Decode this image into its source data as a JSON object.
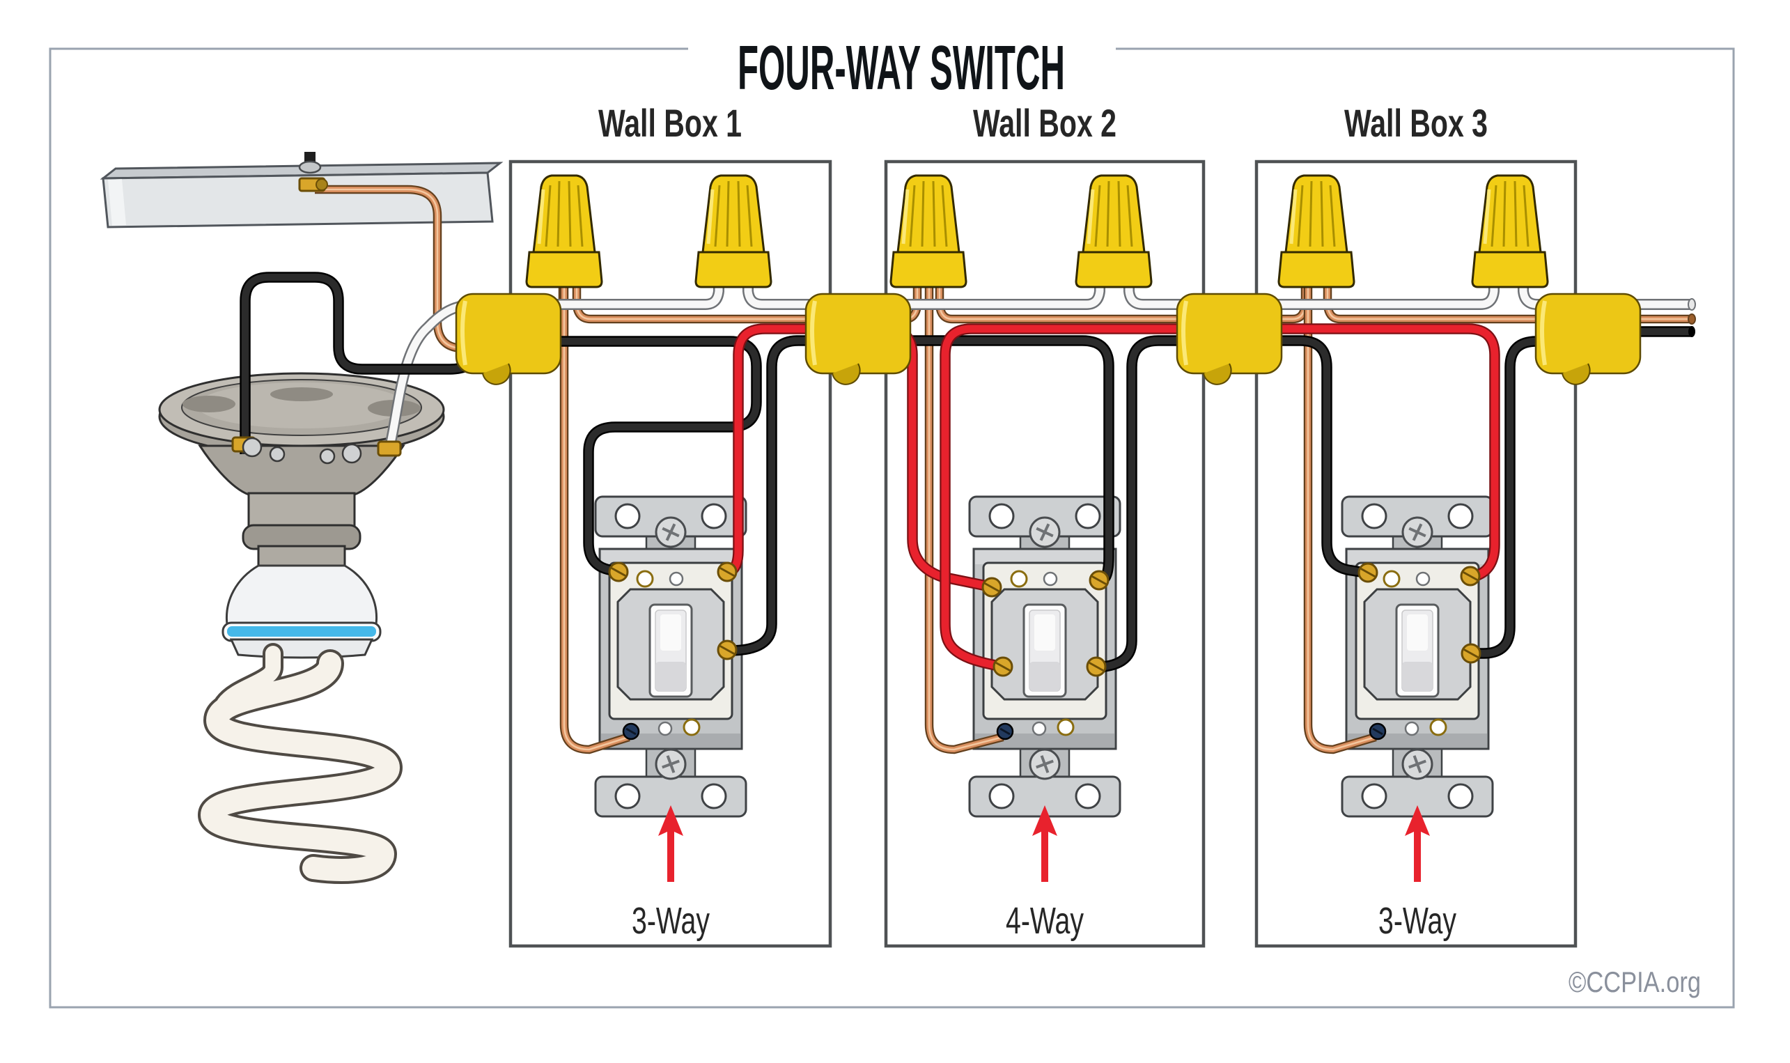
{
  "title": "FOUR-WAY SWITCH",
  "watermark": "©CCPIA.org",
  "wall_boxes": [
    {
      "label": "Wall Box 1",
      "switch_type": "3-Way"
    },
    {
      "label": "Wall Box 2",
      "switch_type": "4-Way"
    },
    {
      "label": "Wall Box 3",
      "switch_type": "3-Way"
    }
  ],
  "icons": {
    "up-arrow": "red arrow pointing up at each switch",
    "wire-nut": "yellow twist-on wire connector",
    "cable-clamp": "yellow cable clamp sleeve"
  },
  "colors": {
    "red": "#e8222d",
    "red_dark": "#7c1014",
    "black_wire": "#2b2b2b",
    "white_wire": "#f7f7f7",
    "wire_outline_gray": "#6f7276",
    "copper": "#d98e5e",
    "copper_dark": "#64401d",
    "copper_light": "#f3c69e",
    "clamp_yellow": "#ecc716",
    "clamp_dark": "#c7a40a",
    "nut_yellow": "#f2cd15",
    "nut_shade": "#a98f00",
    "box_border": "#4f5254",
    "frame_border": "#9aa3af",
    "metal": "#cdd0d2",
    "metal_dark": "#3f4245",
    "switch_body": "#efeee8",
    "toggle": "#fdfdfd",
    "plate_gray": "#b2aea6",
    "blue_ring": "#45b8e9",
    "brass": "#d9a62a",
    "title_text": "#101418",
    "label_text": "#262626",
    "watermark_text": "#8a909c",
    "arrow": "#e8222d"
  }
}
